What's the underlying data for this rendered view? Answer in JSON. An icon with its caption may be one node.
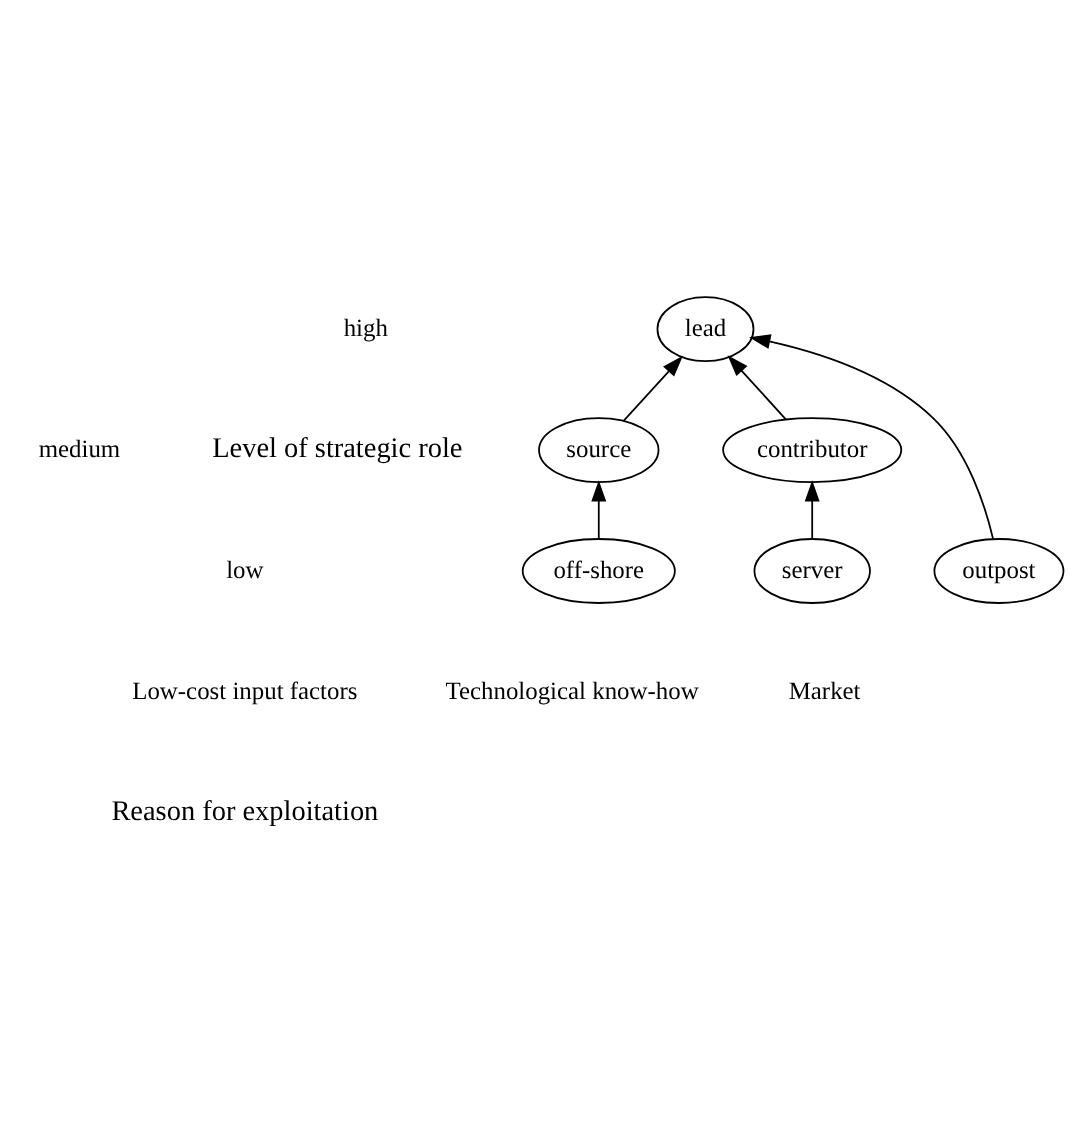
{
  "diagram": {
    "nodes": [
      {
        "text": [
          "lead"
        ]
      },
      {
        "text": [
          "source"
        ]
      },
      {
        "text": [
          "contributor"
        ]
      },
      {
        "text": [
          "off-shore"
        ]
      },
      {
        "text": [
          "server"
        ]
      },
      {
        "text": [
          "outpost"
        ]
      }
    ],
    "edges": [
      {
        "from": 3,
        "to": 1,
        "arrow": "to"
      },
      {
        "from": 1,
        "to": 0,
        "arrow": "to"
      },
      {
        "from": 5,
        "to": 0,
        "arrow": "to"
      },
      {
        "from": 4,
        "to": 2,
        "arrow": "to"
      },
      {
        "from": 2,
        "to": 0,
        "arrow": "to"
      }
    ],
    "labels": [
      "high",
      "medium",
      "low",
      "Level of strategic role",
      "Low-cost input factors",
      "Technological know-how",
      "Market",
      "Reason for exploitation"
    ]
  }
}
